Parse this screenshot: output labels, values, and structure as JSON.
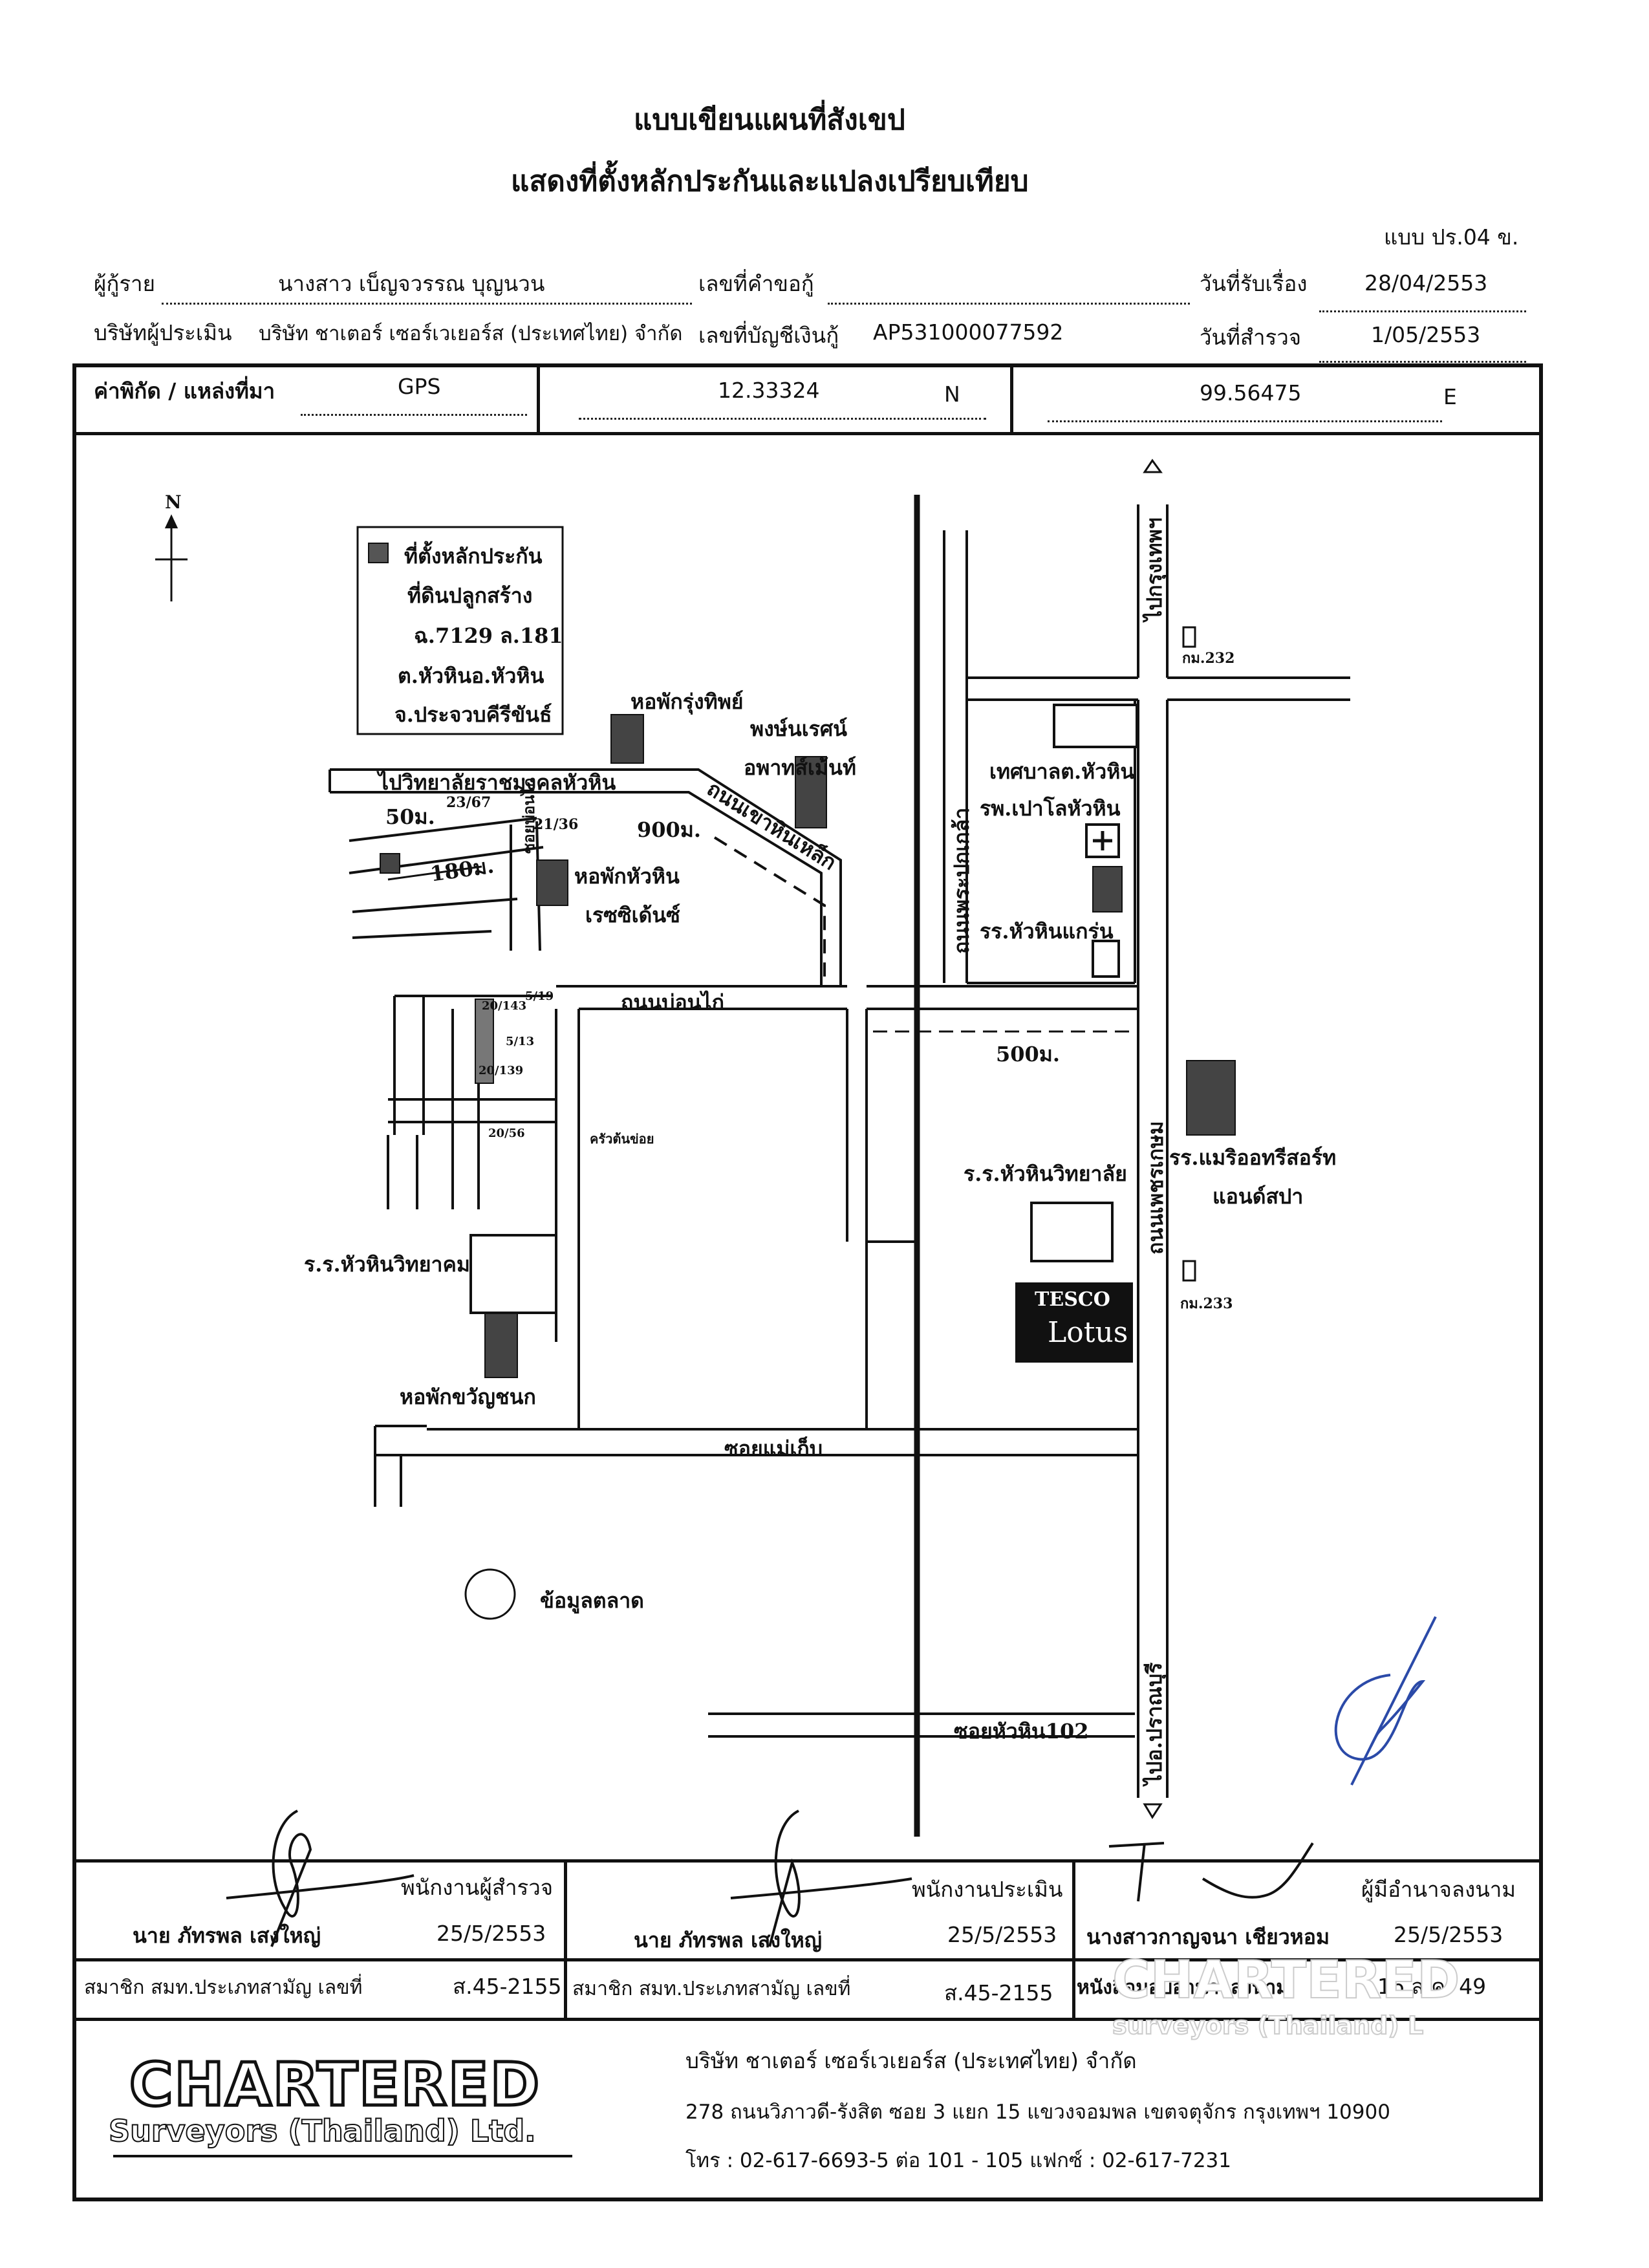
{
  "header": {
    "title1": "แบบเขียนแผนที่สังเขป",
    "title2": "แสดงที่ตั้งหลักประกันและแปลงเปรียบเทียบ",
    "form_no": "แบบ ปร.04 ข."
  },
  "info": {
    "borrower_label": "ผู้กู้ราย",
    "borrower_value": "นางสาว เบ็ญจวรรณ  บุญนวน",
    "request_no_label": "เลขที่คำขอกู้",
    "received_label": "วันที่รับเรื่อง",
    "received_value": "28/04/2553",
    "company_label": "บริษัทผู้ประเมิน",
    "company_value": "บริษัท ชาเตอร์ เซอร์เวเยอร์ส (ประเทศไทย) จำกัด",
    "account_label": "เลขที่บัญชีเงินกู้",
    "account_value": "AP531000077592",
    "survey_label": "วันที่สำรวจ",
    "survey_value": "1/05/2553"
  },
  "coords": {
    "label": "ค่าพิกัด / แหล่งที่มา",
    "source": "GPS",
    "lat": "12.33324",
    "lat_dir": "N",
    "lon": "99.56475",
    "lon_dir": "E"
  },
  "map": {
    "north": "N",
    "legend_lines": [
      "ที่ตั้งหลักประกัน",
      "ที่ดินปลูกสร้าง",
      "ฉ.7129 ล.181",
      "ต.หัวหินอ.หัวหิน",
      "จ.ประจวบคีรีขันธ์"
    ],
    "to_bangkok": "ไปกรุงเทพฯ",
    "km232": "กม.232",
    "km233": "กม.233",
    "to_pranburi": "ไปอ.ปราณบุรี",
    "road_petkasem": "ถนนเพชรเกษม",
    "road_phraphokklao": "ถนนพระปกเกล้า",
    "road_khaohinlek": "ถนนเขาหินเหล็ก",
    "road_boonai": "ถนนบ่อนไก่",
    "soi_maekob": "ซอยแม่เก็บ",
    "soi_huahin102": "ซอยหัวหิน102",
    "to_university": "ไปวิทยาลัยราชมงคลหัวหิน",
    "dist_50": "50ม.",
    "dist_180": "180ม.",
    "dist_900": "900ม.",
    "dist_500": "500ม.",
    "house_2367": "23/67",
    "house_2136": "21/36",
    "house_20143": "20/143",
    "house_519": "5/19",
    "house_513": "5/13",
    "house_20139": "20/139",
    "house_2056": "20/56",
    "soi_small": "ซอยบ่อนไก่",
    "horpak_rungthip": "หอพักรุ่งทิพย์",
    "pongnaret": "พงษ์นเรศน์",
    "apartment": "อพาทส์เม้นท์",
    "horpak_huahin": "หอพักหัวหิน",
    "residence": "เรซซิเด้นซ์",
    "municipality": "เทศบาลต.หัวหิน",
    "hospital": "รพ.เปาโลหัวหิน",
    "rr_huahinkrean": "รร.หัวหินแกร่น",
    "rr_merlin": "รร.แมริออทรีสอร์ท",
    "spa": "แอนด์สปา",
    "rr_huahin_college": "ร.ร.หัวหินวิทยาลัย",
    "rr_huahin_wittayakhom": "ร.ร.หัวหินวิทยาคม",
    "horpak_kwanchanok": "หอพักขวัญชนก",
    "kruathonkoi": "ครัวต้นข่อย",
    "market_data": "ข้อมูลตลาด",
    "tesco": "TESCO",
    "lotus": "Lotus"
  },
  "signatures": {
    "surveyor_role": "พนักงานผู้สำรวจ",
    "surveyor_name": "นาย ภัทรพล  เสงใหญ่",
    "surveyor_date": "25/5/2553",
    "member_label1": "สมาชิก สมท.ประเภทสามัญ เลขที่",
    "member_no1": "ส.45-2155",
    "appraiser_role": "พนักงานประเมิน",
    "appraiser_name": "นาย ภัทรพล  เสงใหญ่",
    "appraiser_date": "25/5/2553",
    "member_label2": "สมาชิก สมท.ประเภทสามัญ เลขที่",
    "member_no2": "ส.45-2155",
    "auth_role": "ผู้มีอำนาจลงนาม",
    "auth_name": "นางสาวกาญจนา  เชียวหอม",
    "auth_date": "25/5/2553",
    "proxy_label": "หนังสือมอบอำนาจลงนาม",
    "proxy_date": "16 ส.ค. 49"
  },
  "footer": {
    "logo_line1": "CHARTERED",
    "logo_line2": "Surveyors (Thailand) Ltd.",
    "company": "บริษัท ชาเตอร์ เซอร์เวเยอร์ส (ประเทศไทย) จำกัด",
    "address": "278  ถนนวิภาวดี-รังสิต ซอย 3  แยก 15  แขวงจอมพล  เขตจตุจักร  กรุงเทพฯ 10900",
    "phone": "โทร : 02-617-6693-5 ต่อ 101 - 105     แฟกซ์ : 02-617-7231",
    "watermark1": "CHARTERED",
    "watermark2": "surveyors (Thailand) L"
  }
}
